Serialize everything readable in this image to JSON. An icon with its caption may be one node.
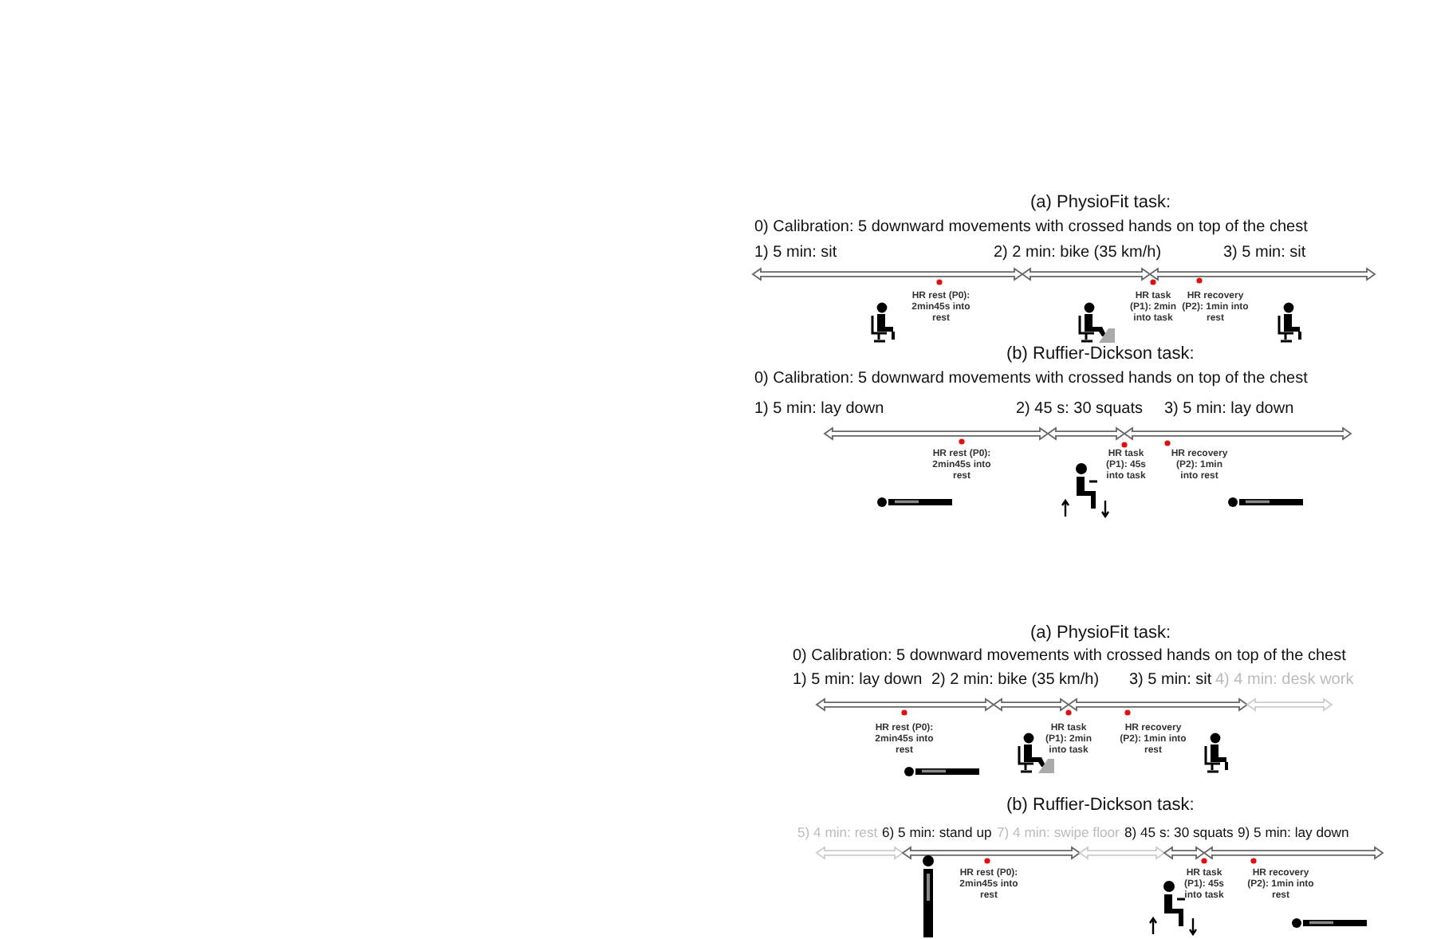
{
  "diagram": {
    "labels": [
      "(a) PhysioFit task:",
      "0) Calibration: 5 downward movements with crossed hands on top of the chest",
      "1) 5 min: sit",
      "2) 2 min: bike  (35 km/h)",
      "3) 5 min: sit",
      "HR rest (P0): 2min45s into rest",
      "HR task (P1): 2min into task",
      "HR recovery (P2): 1min into rest",
      "(b) Ruffier-Dickson task:",
      "0) Calibration: 5 downward movements with crossed hands on top of the chest",
      "1) 5 min: lay down",
      "2) 45 s: 30 squats",
      "3) 5 min: lay down",
      "HR rest (P0): 2min45s into rest",
      "HR task (P1): 45s into task",
      "HR recovery (P2): 1min into rest",
      "(a) PhysioFit task:",
      "0) Calibration: 5 downward movements with crossed hands on top of the chest",
      "1) 5 min: lay down",
      "2) 2 min: bike (35 km/h)",
      "3) 5 min: sit",
      "4) 4 min: desk work",
      "HR rest (P0): 2min45s into rest",
      "HR task (P1): 2min into task",
      "HR recovery (P2): 1min into rest",
      "(b) Ruffier-Dickson task:",
      "5) 4 min: rest",
      "6) 5 min: stand up",
      "7) 4 min: swipe floor",
      "8) 45 s: 30 squats",
      "9) 5 min: lay down",
      "HR rest (P0): 2min45s into rest",
      "HR task (P1): 45s into task",
      "HR recovery (P2): 1min into rest"
    ]
  }
}
